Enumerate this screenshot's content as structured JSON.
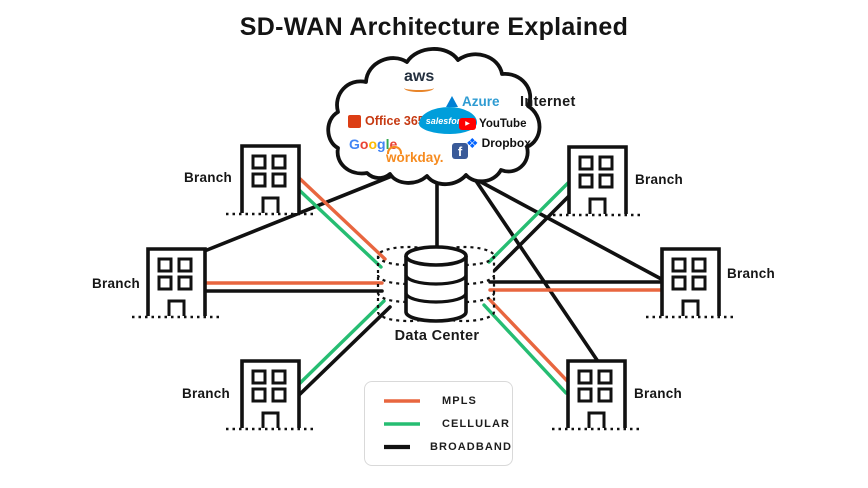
{
  "title": "SD-WAN Architecture Explained",
  "colors": {
    "mpls": "#e8663f",
    "cellular": "#26bd72",
    "broadband": "#111111"
  },
  "cloud": {
    "internet_label": "Internet",
    "logos": {
      "aws": "aws",
      "azure": "Azure",
      "office365": "Office 365",
      "salesforce": "salesforce",
      "youtube": "YouTube",
      "google_letters": [
        "G",
        "o",
        "o",
        "g",
        "l",
        "e"
      ],
      "workday": "workday.",
      "facebook_letter": "f",
      "dropbox": "Dropbox"
    }
  },
  "data_center": {
    "label": "Data Center"
  },
  "branches": [
    {
      "id": "top-left",
      "label": "Branch"
    },
    {
      "id": "mid-left",
      "label": "Branch"
    },
    {
      "id": "bottom-left",
      "label": "Branch"
    },
    {
      "id": "top-right",
      "label": "Branch"
    },
    {
      "id": "mid-right",
      "label": "Branch"
    },
    {
      "id": "bottom-right",
      "label": "Branch"
    }
  ],
  "legend": {
    "items": [
      {
        "label": "MPLS",
        "color": "#e8663f"
      },
      {
        "label": "CELLULAR",
        "color": "#26bd72"
      },
      {
        "label": "BROADBAND",
        "color": "#111111"
      }
    ]
  },
  "connections": [
    {
      "from": "branch-top-left",
      "to": "data-center",
      "links": [
        "mpls",
        "cellular"
      ]
    },
    {
      "from": "branch-mid-left",
      "to": "data-center",
      "links": [
        "mpls",
        "broadband"
      ]
    },
    {
      "from": "branch-mid-left",
      "to": "internet-cloud",
      "links": [
        "broadband"
      ]
    },
    {
      "from": "branch-bottom-left",
      "to": "data-center",
      "links": [
        "cellular",
        "broadband"
      ]
    },
    {
      "from": "branch-top-right",
      "to": "data-center",
      "links": [
        "cellular",
        "broadband"
      ]
    },
    {
      "from": "branch-mid-right",
      "to": "data-center",
      "links": [
        "mpls",
        "broadband"
      ]
    },
    {
      "from": "branch-mid-right",
      "to": "internet-cloud",
      "links": [
        "broadband"
      ]
    },
    {
      "from": "branch-bottom-right",
      "to": "data-center",
      "links": [
        "mpls",
        "cellular"
      ]
    },
    {
      "from": "branch-bottom-right",
      "to": "internet-cloud",
      "links": [
        "broadband"
      ]
    },
    {
      "from": "internet-cloud",
      "to": "data-center",
      "links": [
        "broadband"
      ]
    }
  ]
}
